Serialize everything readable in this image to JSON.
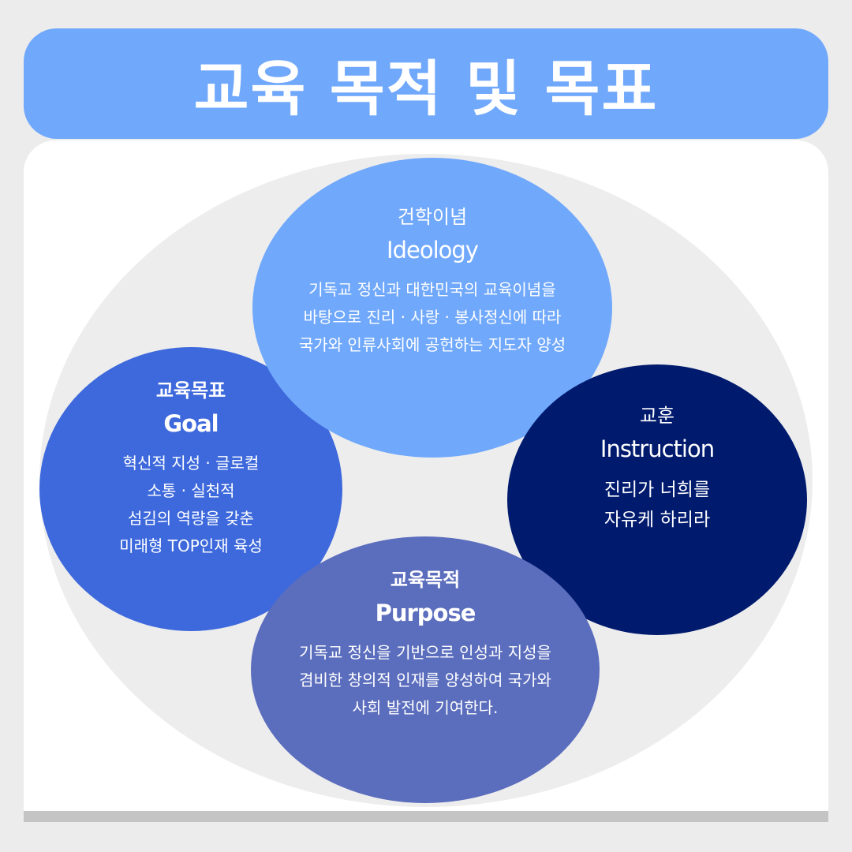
{
  "title": "교육 목적 및 목표",
  "ideology": {
    "title": "건학이념",
    "subtitle": "Ideology",
    "lines": [
      "기독교 정신과 대한민국의 교육이념을",
      "바탕으로 진리 · 사랑 · 봉사정신에 따라",
      "국가와 인류사회에 공헌하는 지도자 양성"
    ]
  },
  "goal": {
    "title": "교육목표",
    "subtitle": "Goal",
    "lines": [
      "혁신적 지성 · 글로컬",
      "소통 · 실천적",
      "섬김의 역량을 갖춘",
      "미래형 TOP인재 육성"
    ]
  },
  "instruction": {
    "title": "교훈",
    "subtitle": "Instruction",
    "lines": [
      "진리가 너희를",
      "자유케 하리라"
    ]
  },
  "purpose": {
    "title": "교육목적",
    "subtitle": "Purpose",
    "lines": [
      "기독교 정신을 기반으로 인성과 지성을",
      "겸비한 창의적 인재를 양성하여 국가와",
      "사회 발전에 기여한다."
    ]
  },
  "colors": {
    "ideology": "#70a8fb",
    "goal": "#3e69dc",
    "instruction": "#001a6e",
    "purpose": "#5b6dbd"
  }
}
